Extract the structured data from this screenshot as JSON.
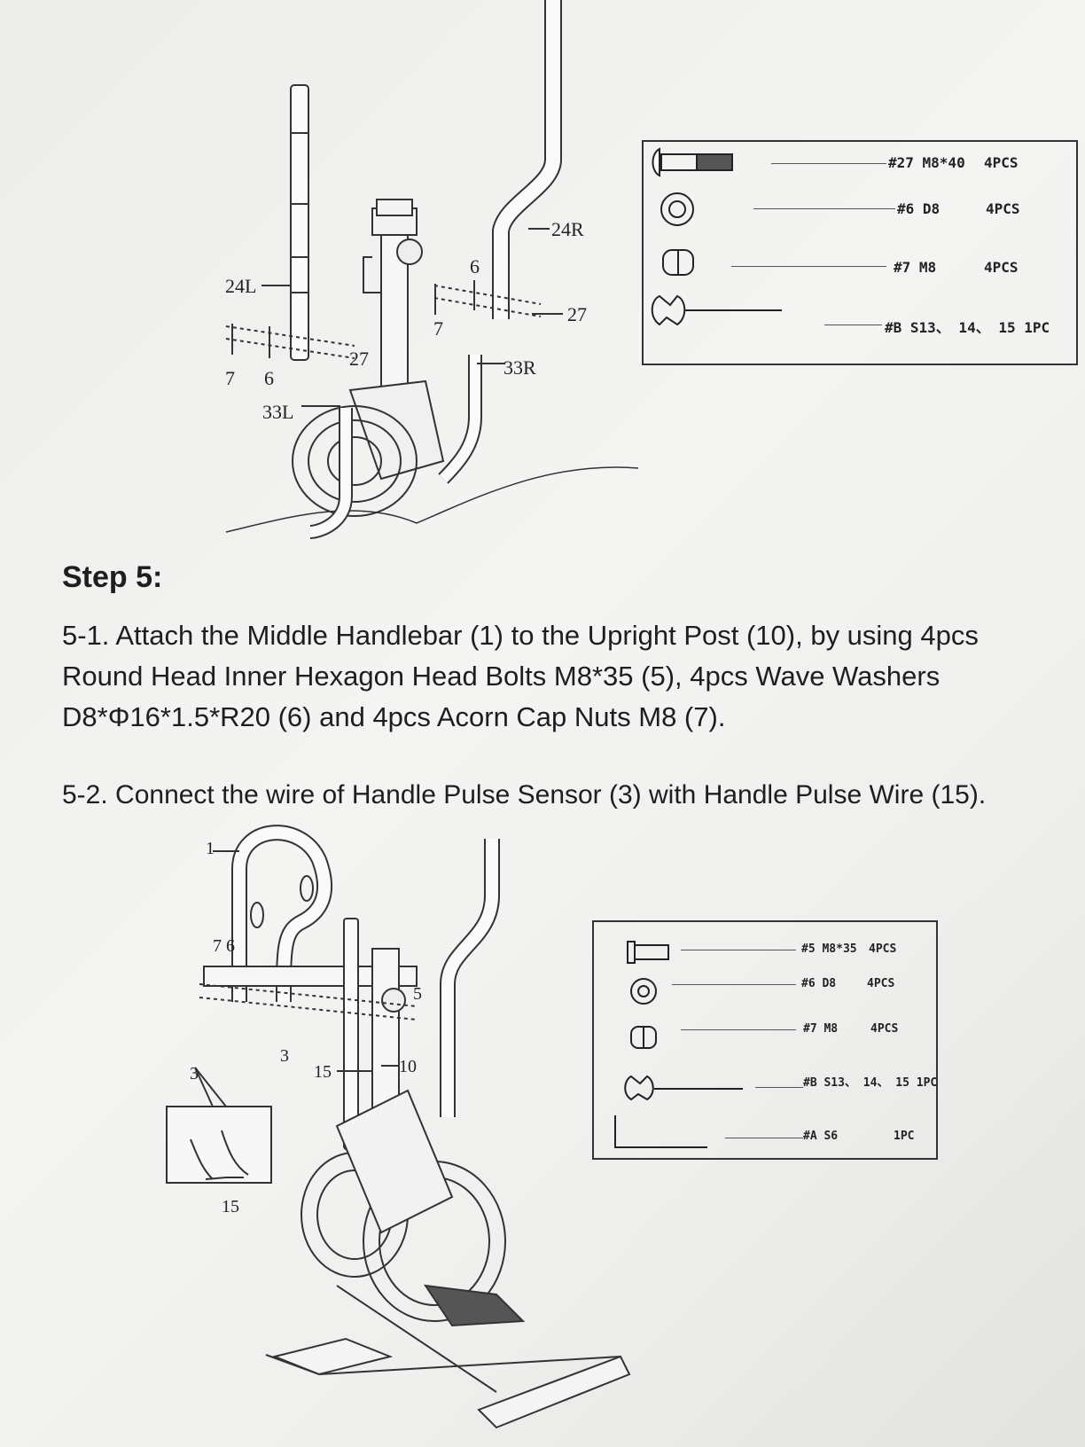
{
  "upper_diagram": {
    "labels": {
      "l24L": "24L",
      "l24R": "24R",
      "l6a": "6",
      "l6b": "6",
      "l7a": "7",
      "l7b": "7",
      "l27a": "27",
      "l27b": "27",
      "l33L": "33L",
      "l33R": "33R"
    }
  },
  "upper_hardware": {
    "rows": [
      {
        "name": "#27 M8*40",
        "qty": "4PCS"
      },
      {
        "name": "#6 D8",
        "qty": "4PCS"
      },
      {
        "name": "#7 M8",
        "qty": "4PCS"
      },
      {
        "name": "#B S13、 14、 15 1PC",
        "qty": ""
      }
    ]
  },
  "step": {
    "title": "Step 5:",
    "p1_line1": "5-1. Attach the Middle Handlebar (1) to the Upright Post (10), by using 4pcs",
    "p1_line2": "Round Head Inner Hexagon Head Bolts M8*35 (5), 4pcs Wave Washers",
    "p1_line3": "D8*Φ16*1.5*R20 (6) and 4pcs Acorn Cap Nuts M8 (7).",
    "p2": "5-2. Connect the wire of Handle Pulse Sensor (3) with Handle Pulse Wire (15)."
  },
  "lower_diagram": {
    "labels": {
      "l1": "1",
      "l76": "7 6",
      "l5": "5",
      "l3a": "3",
      "l3b": "3",
      "l15a": "15",
      "l15b": "15",
      "l10": "10"
    }
  },
  "lower_hardware": {
    "rows": [
      {
        "name": "#5 M8*35",
        "qty": "4PCS"
      },
      {
        "name": "#6 D8",
        "qty": "4PCS"
      },
      {
        "name": "#7 M8",
        "qty": "4PCS"
      },
      {
        "name": "#B S13、 14、 15 1PC",
        "qty": ""
      },
      {
        "name": "#A S6",
        "qty": "1PC"
      }
    ]
  }
}
